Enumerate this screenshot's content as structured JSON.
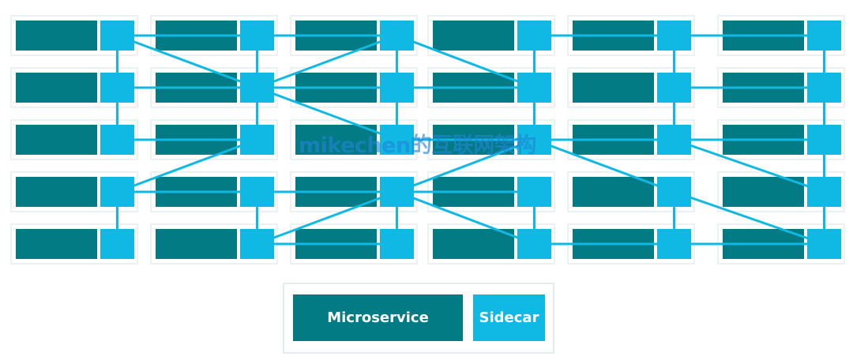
{
  "colors": {
    "microservice": "#037b85",
    "sidecar": "#10b9e3",
    "connection": "#10b9e3",
    "frame": "#e3edf0"
  },
  "grid": {
    "rows": 5,
    "cols": 6
  },
  "connections": [
    [
      [
        0,
        0
      ],
      [
        0,
        1
      ]
    ],
    [
      [
        0,
        1
      ],
      [
        0,
        2
      ]
    ],
    [
      [
        0,
        3
      ],
      [
        0,
        4
      ]
    ],
    [
      [
        0,
        4
      ],
      [
        0,
        5
      ]
    ],
    [
      [
        1,
        0
      ],
      [
        1,
        1
      ]
    ],
    [
      [
        1,
        1
      ],
      [
        1,
        2
      ]
    ],
    [
      [
        1,
        2
      ],
      [
        1,
        3
      ]
    ],
    [
      [
        1,
        4
      ],
      [
        1,
        5
      ]
    ],
    [
      [
        2,
        0
      ],
      [
        2,
        1
      ]
    ],
    [
      [
        2,
        3
      ],
      [
        2,
        4
      ]
    ],
    [
      [
        2,
        4
      ],
      [
        2,
        5
      ]
    ],
    [
      [
        3,
        0
      ],
      [
        3,
        1
      ]
    ],
    [
      [
        3,
        1
      ],
      [
        3,
        2
      ]
    ],
    [
      [
        3,
        2
      ],
      [
        3,
        3
      ]
    ],
    [
      [
        4,
        1
      ],
      [
        4,
        2
      ]
    ],
    [
      [
        4,
        3
      ],
      [
        4,
        4
      ]
    ],
    [
      [
        4,
        4
      ],
      [
        4,
        5
      ]
    ],
    [
      [
        0,
        0
      ],
      [
        1,
        0
      ]
    ],
    [
      [
        1,
        0
      ],
      [
        2,
        0
      ]
    ],
    [
      [
        3,
        0
      ],
      [
        4,
        0
      ]
    ],
    [
      [
        0,
        1
      ],
      [
        1,
        1
      ]
    ],
    [
      [
        1,
        1
      ],
      [
        2,
        1
      ]
    ],
    [
      [
        3,
        1
      ],
      [
        4,
        1
      ]
    ],
    [
      [
        0,
        2
      ],
      [
        1,
        2
      ]
    ],
    [
      [
        1,
        2
      ],
      [
        2,
        2
      ]
    ],
    [
      [
        3,
        2
      ],
      [
        4,
        2
      ]
    ],
    [
      [
        0,
        3
      ],
      [
        1,
        3
      ]
    ],
    [
      [
        1,
        3
      ],
      [
        2,
        3
      ]
    ],
    [
      [
        3,
        3
      ],
      [
        4,
        3
      ]
    ],
    [
      [
        0,
        4
      ],
      [
        1,
        4
      ]
    ],
    [
      [
        1,
        4
      ],
      [
        2,
        4
      ]
    ],
    [
      [
        3,
        4
      ],
      [
        4,
        4
      ]
    ],
    [
      [
        0,
        5
      ],
      [
        1,
        5
      ]
    ],
    [
      [
        1,
        5
      ],
      [
        2,
        5
      ]
    ],
    [
      [
        3,
        5
      ],
      [
        4,
        5
      ]
    ],
    [
      [
        0,
        0
      ],
      [
        1,
        1
      ]
    ],
    [
      [
        1,
        1
      ],
      [
        0,
        2
      ]
    ],
    [
      [
        1,
        1
      ],
      [
        2,
        2
      ]
    ],
    [
      [
        1,
        3
      ],
      [
        0,
        2
      ]
    ],
    [
      [
        2,
        1
      ],
      [
        3,
        0
      ]
    ],
    [
      [
        1,
        4
      ],
      [
        2,
        4
      ]
    ],
    [
      [
        2,
        3
      ],
      [
        3,
        4
      ]
    ],
    [
      [
        2,
        4
      ],
      [
        3,
        5
      ]
    ],
    [
      [
        2,
        5
      ],
      [
        4,
        5
      ]
    ],
    [
      [
        3,
        2
      ],
      [
        4,
        1
      ]
    ],
    [
      [
        3,
        2
      ],
      [
        4,
        3
      ]
    ],
    [
      [
        3,
        2
      ],
      [
        2,
        3
      ]
    ],
    [
      [
        3,
        4
      ],
      [
        4,
        5
      ]
    ],
    [
      [
        1,
        2
      ],
      [
        2,
        2
      ]
    ],
    [
      [
        2,
        2
      ],
      [
        2,
        3
      ]
    ]
  ],
  "legend": {
    "microservice_label": "Microservice",
    "sidecar_label": "Sidecar"
  },
  "watermark": "mikechen的互联网架构"
}
